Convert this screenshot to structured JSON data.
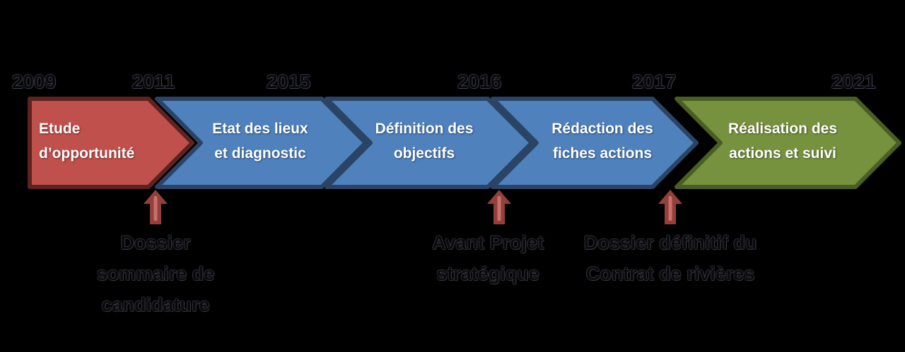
{
  "background_color": "#000000",
  "years": [
    "2009",
    "2011",
    "2015",
    "2016",
    "2017",
    "2021"
  ],
  "stages": [
    {
      "line1": "Etude",
      "line2": "d’opportunité",
      "fill": "#BF504C",
      "border": "#5E2321"
    },
    {
      "line1": "Etat des lieux",
      "line2": "et diagnostic",
      "fill": "#4F81BD",
      "border": "#2B4465"
    },
    {
      "line1": "Définition des",
      "line2": "objectifs",
      "fill": "#4F81BD",
      "border": "#2B4465"
    },
    {
      "line1": "Rédaction des",
      "line2": "fiches actions",
      "fill": "#4F81BD",
      "border": "#2B4465"
    },
    {
      "line1": "Réalisation des",
      "line2": "actions et suivi",
      "fill": "#77923E",
      "border": "#495E24"
    }
  ],
  "milestones": [
    {
      "lines": [
        "Dossier",
        "sommaire de",
        "candidature"
      ]
    },
    {
      "lines": [
        "Avant Projet",
        "stratégique",
        ""
      ]
    },
    {
      "lines": [
        "Dossier définitif du",
        "Contrat de rivières",
        ""
      ]
    }
  ],
  "arrow": {
    "fill": "#93403C",
    "highlight": "#C9706B"
  },
  "text_colors": {
    "stage_label": "#ffffff",
    "faint_label": "#0a0a0d"
  }
}
